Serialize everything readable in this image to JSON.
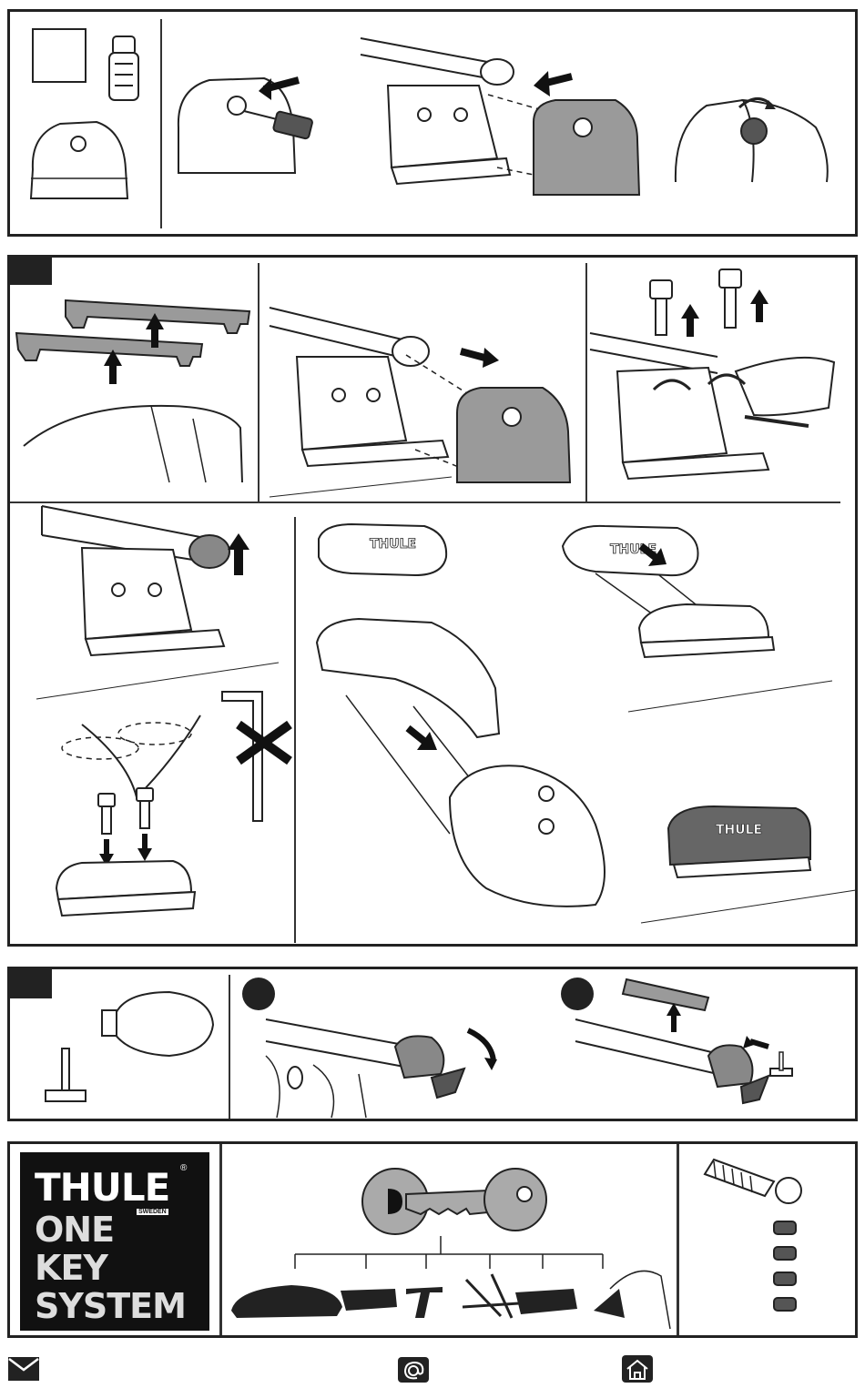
{
  "branding": {
    "logo_text": "THULE",
    "logo_sub": "SWEDEN",
    "logo_registered": "®",
    "system_line_1": "ONE",
    "system_line_2": "KEY",
    "system_line_3": "SYSTEM"
  },
  "cover_lettering": "THULE",
  "icons": {
    "lock_cylinder": "lock-cylinder-icon",
    "key": "key-icon",
    "direction_arrow": "arrow-icon",
    "prohibited": "x-mark-icon",
    "envelope": "envelope-icon",
    "email": "at-sign-icon",
    "home": "home-icon"
  },
  "colors": {
    "ink": "#222222",
    "highlight_gray": "#9a9a9a",
    "logo_bg": "#111111"
  }
}
